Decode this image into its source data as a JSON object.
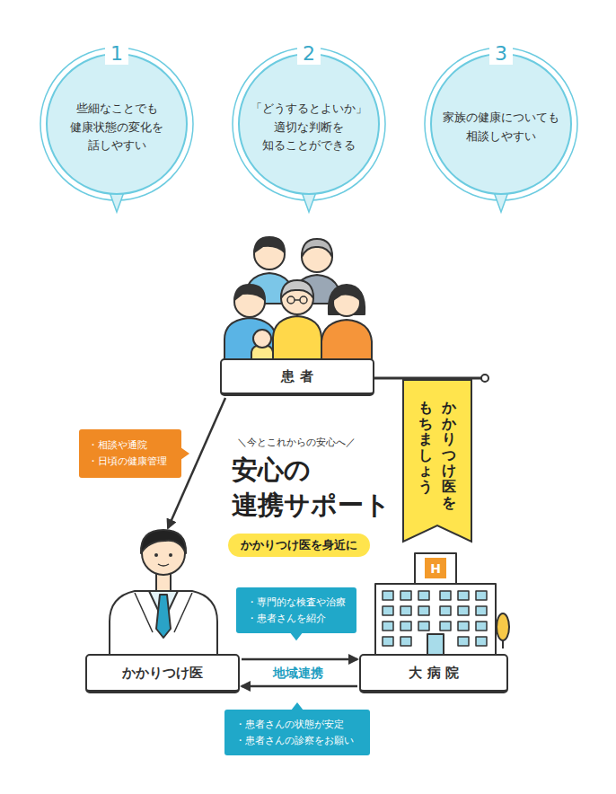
{
  "diagram": {
    "title": "安心の 連携サポート",
    "nodes": [
      {
        "text": [
          "1",
          "些細なことでも 健康状態の変化を 話しやすい"
        ]
      },
      {
        "text": [
          "2",
          "「どうするとよいか」 適切な判断を 知ることができる"
        ]
      },
      {
        "text": [
          "3",
          "家族の健康についても 相談しやすい"
        ]
      },
      {
        "text": [
          "患者"
        ]
      },
      {
        "text": [
          "かかりつけ医を",
          "もちましょう"
        ]
      },
      {
        "text": [
          "・相談や通院",
          "・日頃の健康管理"
        ]
      },
      {
        "text": [
          "かかりつけ医を身近に"
        ]
      },
      {
        "text": [
          "・専門的な検査や治療",
          "・患者さんを紹介"
        ]
      },
      {
        "text": [
          "かかりつけ医"
        ]
      },
      {
        "text": [
          "大病院"
        ]
      },
      {
        "text": [
          "・患者さんの状態が安定",
          "・患者さんの診察をお願い"
        ]
      }
    ],
    "edges": [
      {
        "from": 3,
        "to": 8,
        "arrow": "to"
      },
      {
        "from": 8,
        "to": 9,
        "arrow": "to"
      },
      {
        "from": 9,
        "to": 8,
        "arrow": "to"
      }
    ],
    "labels": [
      "＼今とこれからの安心へ／",
      "H",
      "地域連携"
    ]
  }
}
